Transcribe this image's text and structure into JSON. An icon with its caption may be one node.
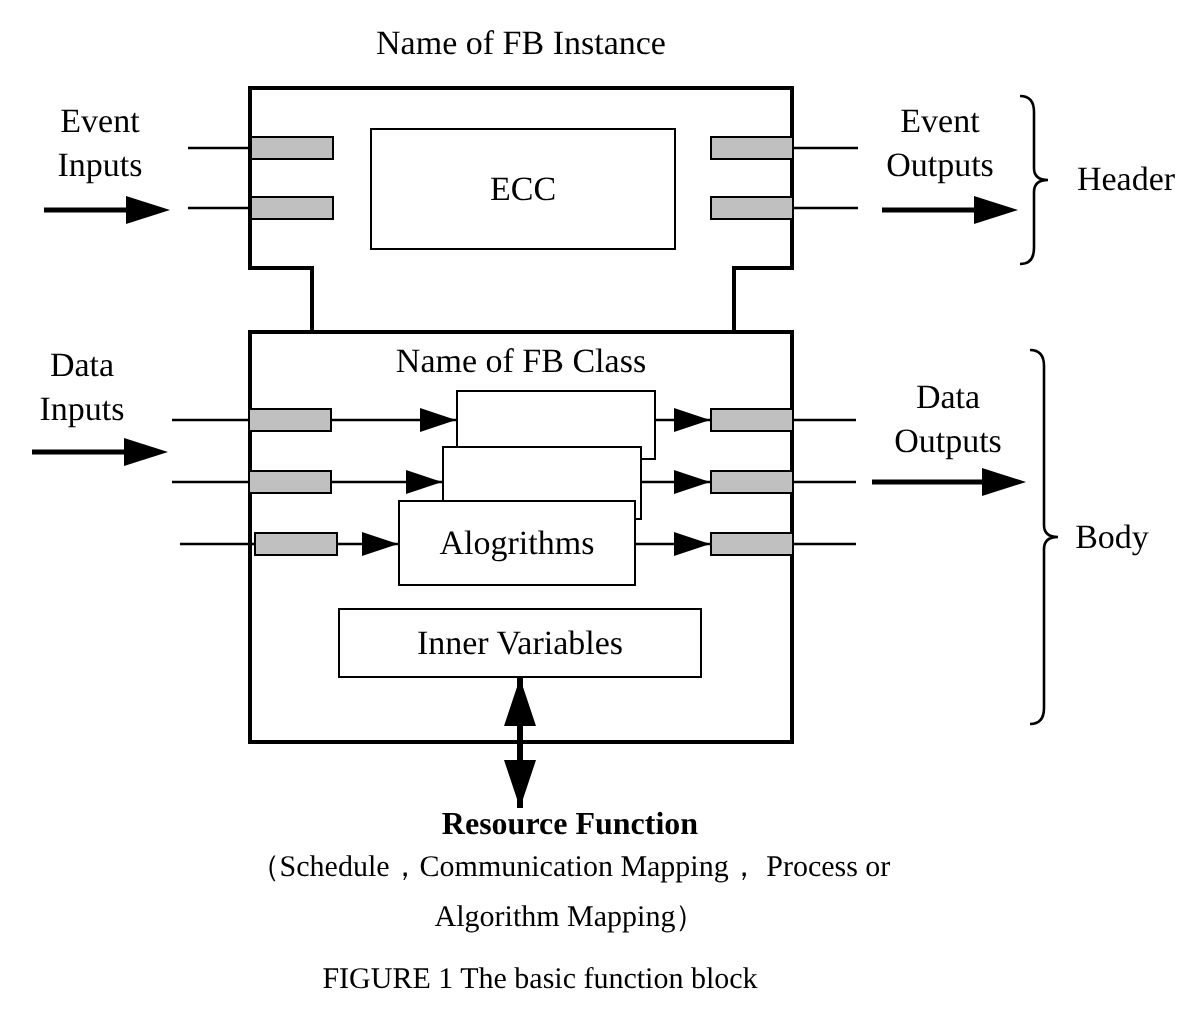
{
  "diagram": {
    "caption": "FIGURE 1 The basic function block",
    "nodes": [
      {
        "text": [
          "Name of FB Instance"
        ]
      },
      {
        "text": [
          "ECC"
        ],
        "in": 0
      },
      {
        "text": [],
        "shape": "bar",
        "in": 0
      },
      {
        "text": [],
        "shape": "bar",
        "in": 0
      },
      {
        "text": [],
        "shape": "bar",
        "in": 0
      },
      {
        "text": [],
        "shape": "bar",
        "in": 0
      },
      {
        "text": [
          "Name of FB Class"
        ]
      },
      {
        "text": [],
        "shape": "bar",
        "in": 6
      },
      {
        "text": [],
        "shape": "bar",
        "in": 6
      },
      {
        "text": [],
        "shape": "bar",
        "in": 6
      },
      {
        "text": [],
        "shape": "box",
        "in": 6
      },
      {
        "text": [],
        "shape": "box",
        "in": 6
      },
      {
        "text": [
          "Alogrithms"
        ],
        "in": 6
      },
      {
        "text": [],
        "shape": "bar",
        "in": 6
      },
      {
        "text": [],
        "shape": "bar",
        "in": 6
      },
      {
        "text": [],
        "shape": "bar",
        "in": 6
      },
      {
        "text": [
          "Inner Variables"
        ],
        "in": 6
      },
      {
        "text": [
          "Resource Function",
          "（Schedule，Communication Mapping， Process or Algorithm Mapping）"
        ]
      }
    ],
    "edges": [
      {
        "from": null,
        "to": 2,
        "arrow": "none"
      },
      {
        "from": null,
        "to": 3,
        "arrow": "none"
      },
      {
        "from": 4,
        "to": null,
        "arrow": "none"
      },
      {
        "from": 5,
        "to": null,
        "arrow": "none"
      },
      {
        "from": null,
        "to": 7,
        "arrow": "none"
      },
      {
        "from": null,
        "to": 8,
        "arrow": "none"
      },
      {
        "from": null,
        "to": 9,
        "arrow": "none"
      },
      {
        "from": 7,
        "to": 10,
        "arrow": "to"
      },
      {
        "from": 8,
        "to": 11,
        "arrow": "to"
      },
      {
        "from": 9,
        "to": 12,
        "arrow": "to"
      },
      {
        "from": 10,
        "to": 13,
        "arrow": "to"
      },
      {
        "from": 11,
        "to": 14,
        "arrow": "to"
      },
      {
        "from": 12,
        "to": 15,
        "arrow": "to"
      },
      {
        "from": 13,
        "to": null,
        "arrow": "none"
      },
      {
        "from": 14,
        "to": null,
        "arrow": "none"
      },
      {
        "from": 15,
        "to": null,
        "arrow": "none"
      },
      {
        "from": 16,
        "to": 17,
        "arrow": "both",
        "style": "thick"
      }
    ],
    "labels": [
      "Event Inputs",
      "Event Outputs",
      "Header",
      "Data Inputs",
      "Data Outputs",
      "Body"
    ]
  }
}
